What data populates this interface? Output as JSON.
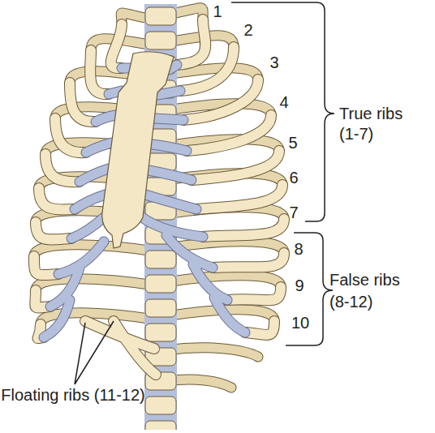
{
  "diagram": {
    "labels": [
      "1",
      "2",
      "3",
      "4",
      "5",
      "6",
      "7",
      "8",
      "9",
      "10",
      "True ribs (1-7)",
      "False ribs (8-12)",
      "Floating ribs (11-12)"
    ]
  }
}
